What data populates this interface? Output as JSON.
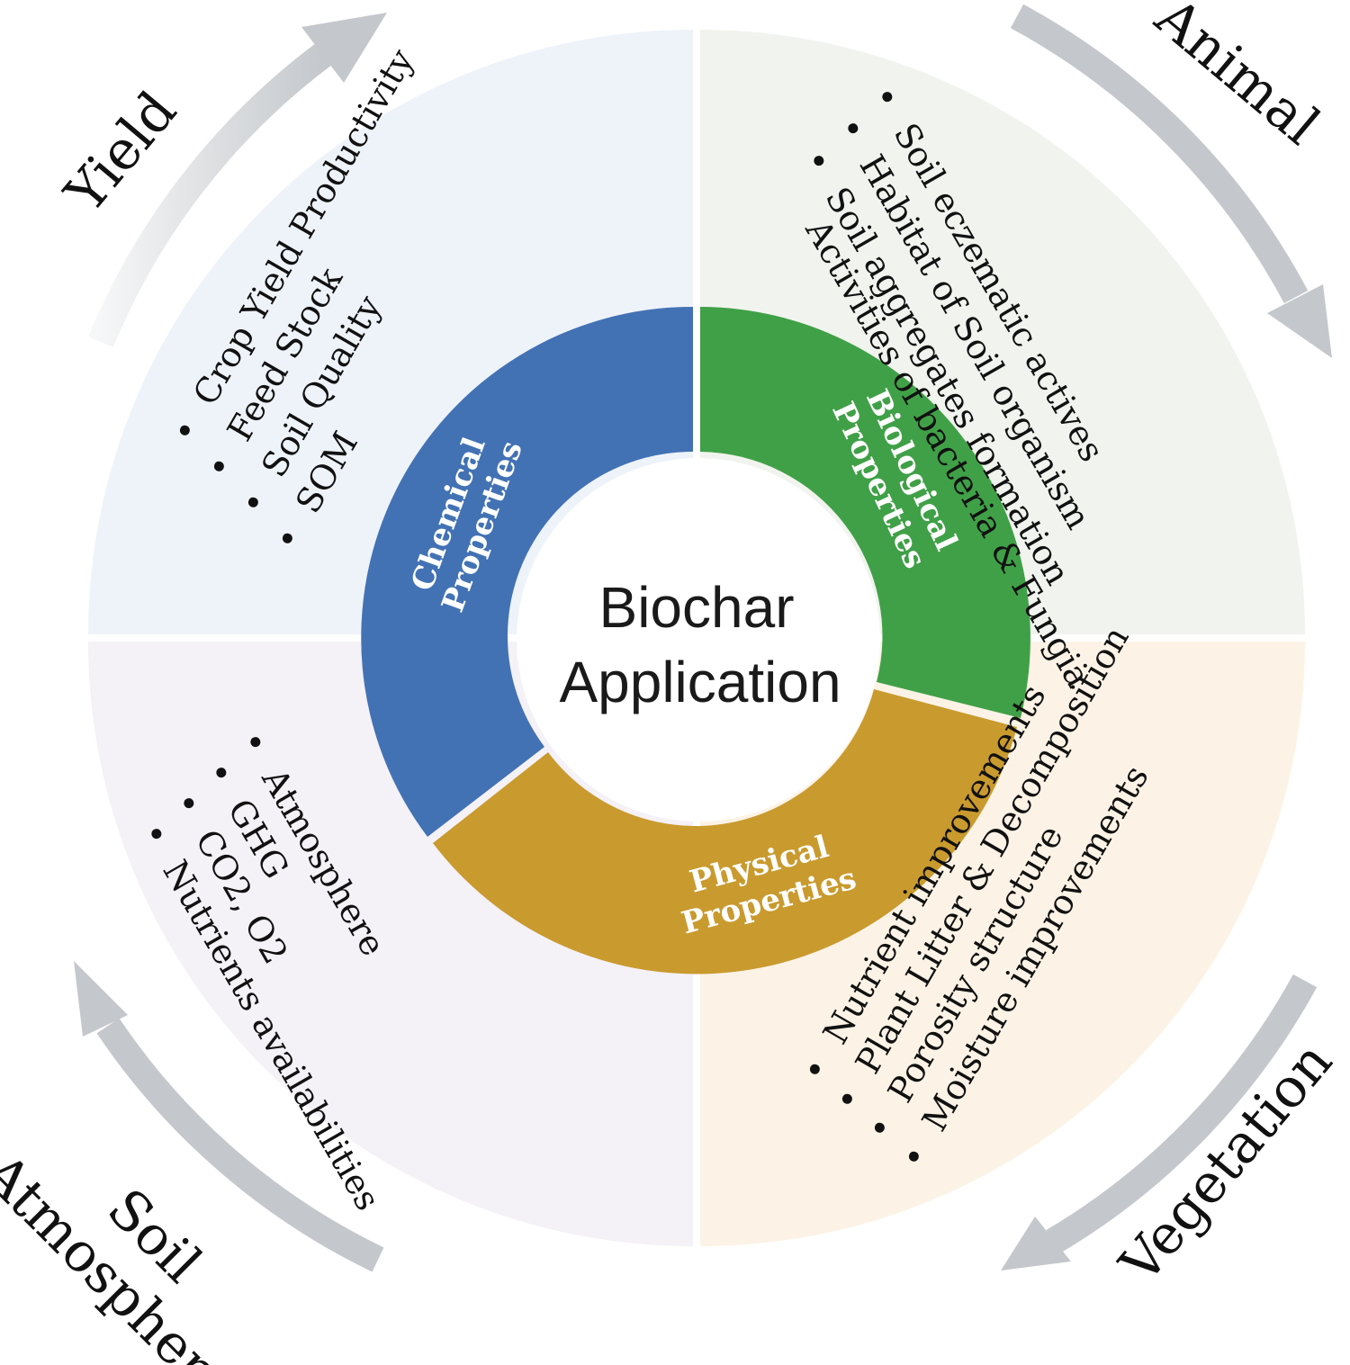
{
  "center": {
    "line1": "Biochar",
    "line2": "Application"
  },
  "segments": {
    "chemical": {
      "line1": "Chemical",
      "line2": "Properties",
      "color": "#4272b4"
    },
    "biological": {
      "line1": "Biological",
      "line2": "Properties",
      "color": "#40a047"
    },
    "physical": {
      "line1": "Physical",
      "line2": "Properties",
      "color": "#c99a2e"
    }
  },
  "quadrants": {
    "top_left": {
      "color": "#eef3fa",
      "items": [
        "Crop Yield Productivity",
        "Feed Stock",
        "Soil Quality",
        "SOM"
      ]
    },
    "top_right": {
      "color": "#f1f4ee",
      "items": [
        "Soil eczematic actives",
        "Habitat of Soil organism",
        "Soil aggregates formation",
        "Activities of bacteria & Fungia"
      ]
    },
    "bottom_left": {
      "color": "#f4f1f7",
      "items": [
        "Atmosphere",
        "GHG",
        "CO2, O2",
        "Nutrients availabilities"
      ]
    },
    "bottom_right": {
      "color": "#fcf3e6",
      "items": [
        "Nutrient improvements",
        "Plant Litter & Decomposition",
        "Porosity structure",
        "Moisture improvements"
      ]
    }
  },
  "arrows": {
    "yield": "Yield",
    "animal": "Animal",
    "vegetation": "Vegetation",
    "soil_line1": "Soil",
    "soil_line2": "Atmosphere",
    "color": "#c4c8cc"
  },
  "icons": {
    "bullet": "•"
  }
}
